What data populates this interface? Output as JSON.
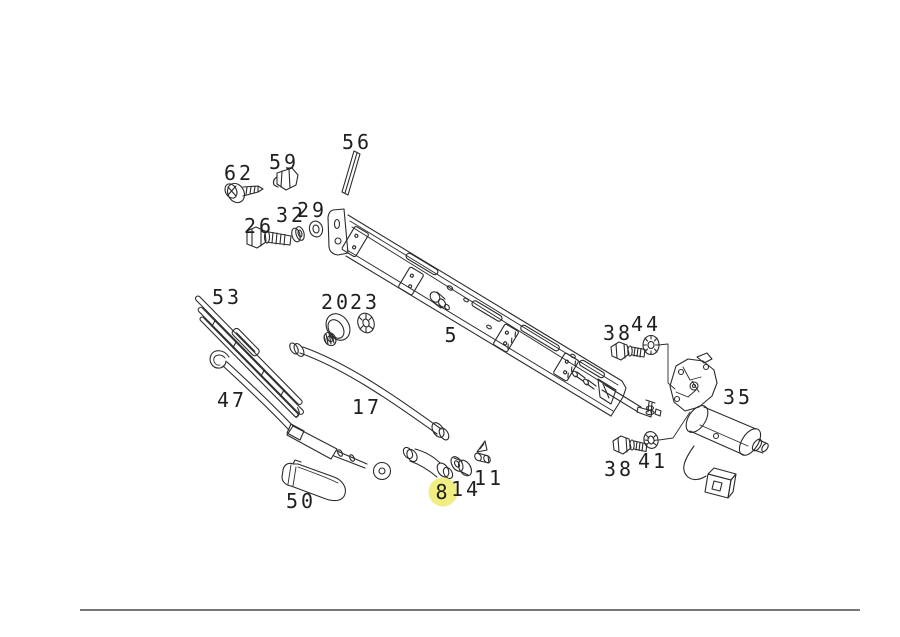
{
  "diagram": {
    "background_color": "#ffffff",
    "line_color": "#2b2b2b",
    "label_color": "#1f1f1f",
    "highlight": {
      "part": "8",
      "color": "#f0ed83"
    },
    "parts": [
      {
        "label": "56"
      },
      {
        "label": "62"
      },
      {
        "label": "59"
      },
      {
        "label": "26"
      },
      {
        "label": "32"
      },
      {
        "label": "29"
      },
      {
        "label": "53"
      },
      {
        "label": "20"
      },
      {
        "label": "23"
      },
      {
        "label": "5"
      },
      {
        "label": "38"
      },
      {
        "label": "44"
      },
      {
        "label": "47"
      },
      {
        "label": "17"
      },
      {
        "label": "35"
      },
      {
        "label": "38"
      },
      {
        "label": "41"
      },
      {
        "label": "8"
      },
      {
        "label": "14"
      },
      {
        "label": "11"
      },
      {
        "label": "50"
      }
    ]
  }
}
